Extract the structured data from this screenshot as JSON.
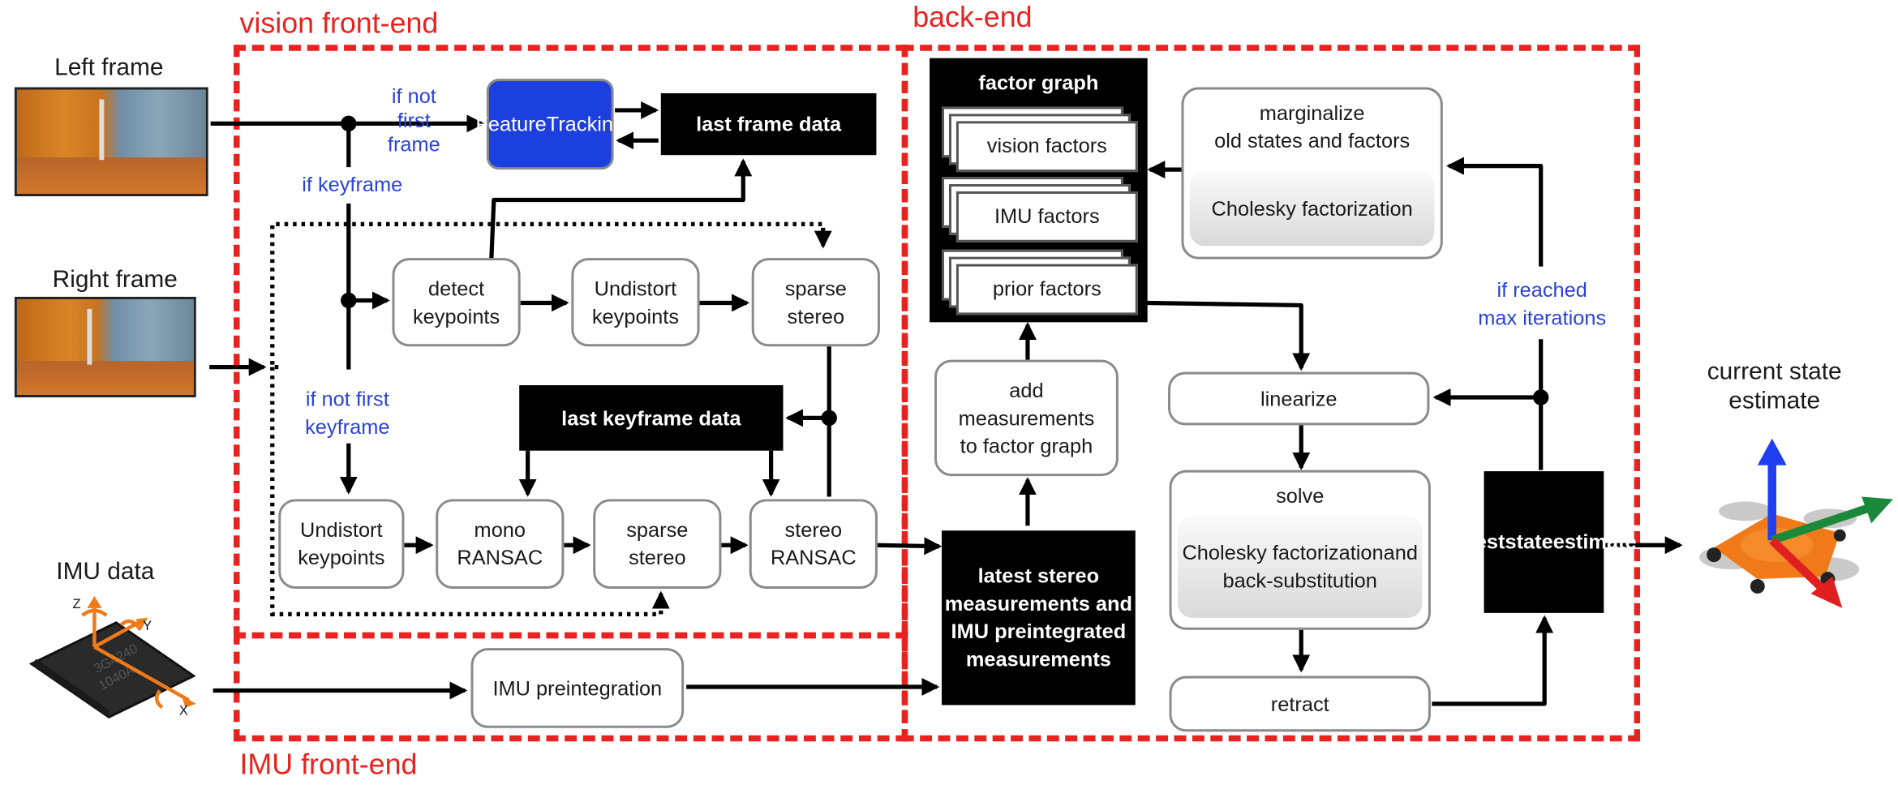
{
  "regions": {
    "vision_frontend": "vision front-end",
    "backend": "back-end",
    "imu_frontend": "IMU front-end"
  },
  "inputs": {
    "left_frame": "Left frame",
    "right_frame": "Right frame",
    "imu_data": "IMU data",
    "output": [
      "current state",
      "estimate"
    ]
  },
  "conditions": {
    "if_not_first_frame": [
      "if not",
      "first",
      "frame"
    ],
    "if_keyframe": "if keyframe",
    "if_not_first_keyframe": [
      "if not first",
      "keyframe"
    ],
    "if_reached_max_iterations": [
      "if reached",
      "max iterations"
    ]
  },
  "vision": {
    "feature_tracking": [
      "Feature",
      "Tracking"
    ],
    "last_frame_data": "last frame data",
    "detect_keypoints": [
      "detect",
      "keypoints"
    ],
    "undistort_keypoints_top": [
      "Undistort",
      "keypoints"
    ],
    "sparse_stereo_top": [
      "sparse",
      "stereo"
    ],
    "last_keyframe_data": "last keyframe data",
    "undistort_keypoints_bottom": [
      "Undistort",
      "keypoints"
    ],
    "mono_ransac": [
      "mono",
      "RANSAC"
    ],
    "sparse_stereo_bottom": [
      "sparse",
      "stereo"
    ],
    "stereo_ransac": [
      "stereo",
      "RANSAC"
    ]
  },
  "imu": {
    "preintegration": "IMU preintegration",
    "chip_text": [
      "3G4240",
      "1040A"
    ]
  },
  "backend": {
    "factor_graph_title": "factor graph",
    "factors": [
      "vision factors",
      "IMU factors",
      "prior factors"
    ],
    "add_measurements": [
      "add",
      "measurements",
      "to factor graph"
    ],
    "latest_measurements": [
      "latest stereo",
      "measurements",
      "and IMU",
      "preintegrated",
      "measurements"
    ],
    "marginalize": [
      "marginalize",
      "old states and factors"
    ],
    "cholesky_marg": "Cholesky factorization",
    "linearize": "linearize",
    "solve": "solve",
    "cholesky_solve": [
      "Cholesky factorization",
      "and back-substitution"
    ],
    "retract": "retract",
    "latest_state": [
      "latest",
      "state",
      "estimate"
    ]
  },
  "colors": {
    "region_dash": "#e8231f",
    "condition_text": "#2a43d9",
    "feature_tracking_fill": "#1c3fe0",
    "axis_x": "#e02020",
    "axis_y": "#1a8a3a",
    "axis_z": "#1f3ff0",
    "drone_orange": "#f07a1a"
  }
}
